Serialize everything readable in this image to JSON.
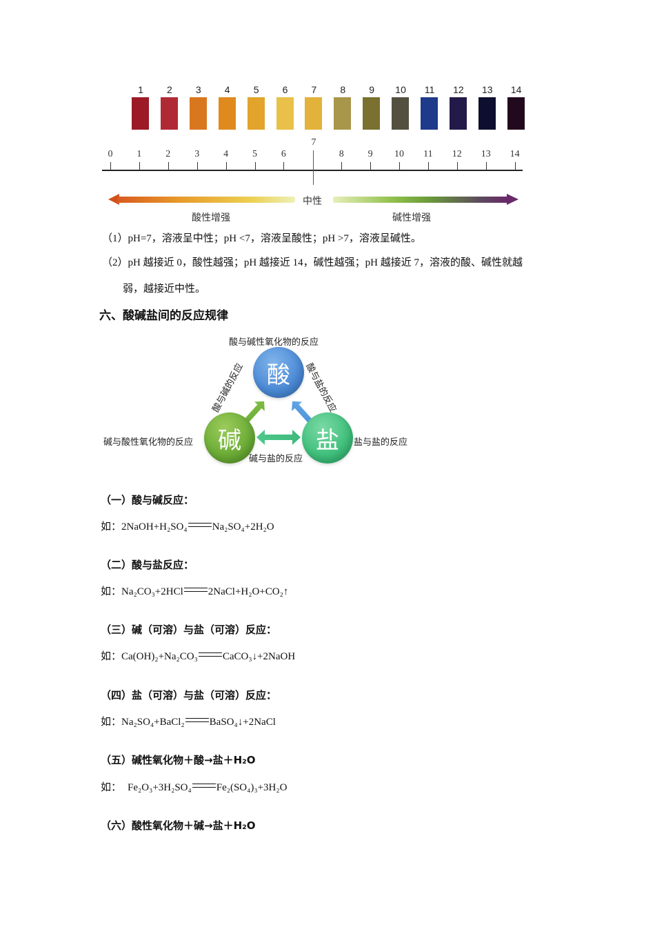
{
  "ph_chart": {
    "strip_numbers": [
      "1",
      "2",
      "3",
      "4",
      "5",
      "6",
      "7",
      "8",
      "9",
      "10",
      "11",
      "12",
      "13",
      "14"
    ],
    "strip_colors": [
      "#9c1a26",
      "#b02a36",
      "#d9771e",
      "#e08a1e",
      "#e2a42a",
      "#e9c04a",
      "#e2b23a",
      "#a8964a",
      "#7a7030",
      "#545040",
      "#1e3a8a",
      "#241a4a",
      "#0e0e2e",
      "#220a1e"
    ],
    "axis_ticks": [
      "0",
      "1",
      "2",
      "3",
      "4",
      "5",
      "6",
      "8",
      "9",
      "10",
      "11",
      "12",
      "13",
      "14"
    ],
    "neutral_tick": "7",
    "neutral_label": "中性",
    "acid_label": "酸性增强",
    "base_label": "碱性增强"
  },
  "notes": {
    "line1": "（1）pH=7，溶液呈中性；pH <7，溶液呈酸性；pH >7，溶液呈碱性。",
    "line2a": "（2）pH 越接近 0，酸性越强；pH 越接近 14，碱性越强；pH 越接近 7，溶液的酸、碱性就越",
    "line2b": "弱，越接近中性。"
  },
  "section_title": "六、酸碱盐间的反应规律",
  "diagram": {
    "acid": "酸",
    "base": "碱",
    "salt": "盐",
    "top_label": "酸与碱性氧化物的反应",
    "left_edge_label": "酸与碱的反应",
    "right_edge_label": "酸与盐的反应",
    "left_label": "碱与酸性氧化物的反应",
    "right_label": "盐与盐的反应",
    "bottom_label": "碱与盐的反应"
  },
  "reactions": [
    {
      "title": "（一）酸与碱反应：",
      "prefix": "如：",
      "lhs": "2NaOH+H₂SO₄",
      "rhs": "Na₂SO₄+2H₂O"
    },
    {
      "title": "（二）酸与盐反应：",
      "prefix": "如：",
      "lhs": "Na₂CO₃+2HCl",
      "rhs": "2NaCl+H₂O+CO₂↑"
    },
    {
      "title": "（三）碱（可溶）与盐（可溶）反应：",
      "prefix": "如：",
      "lhs": "Ca(OH)₂+Na₂CO₃",
      "rhs": "CaCO₃↓+2NaOH"
    },
    {
      "title": "（四）盐（可溶）与盐（可溶）反应：",
      "prefix": "如：",
      "lhs": "Na₂SO₄+BaCl₂",
      "rhs": "BaSO₄↓+2NaCl"
    },
    {
      "title": "（五）碱性氧化物＋酸→盐＋H₂O",
      "prefix": "如：",
      "lhs": "Fe₂O₃+3H₂SO₄",
      "rhs": "Fe₂(SO₄)₃+3H₂O"
    },
    {
      "title": "（六）酸性氧化物＋碱→盐＋H₂O"
    }
  ]
}
